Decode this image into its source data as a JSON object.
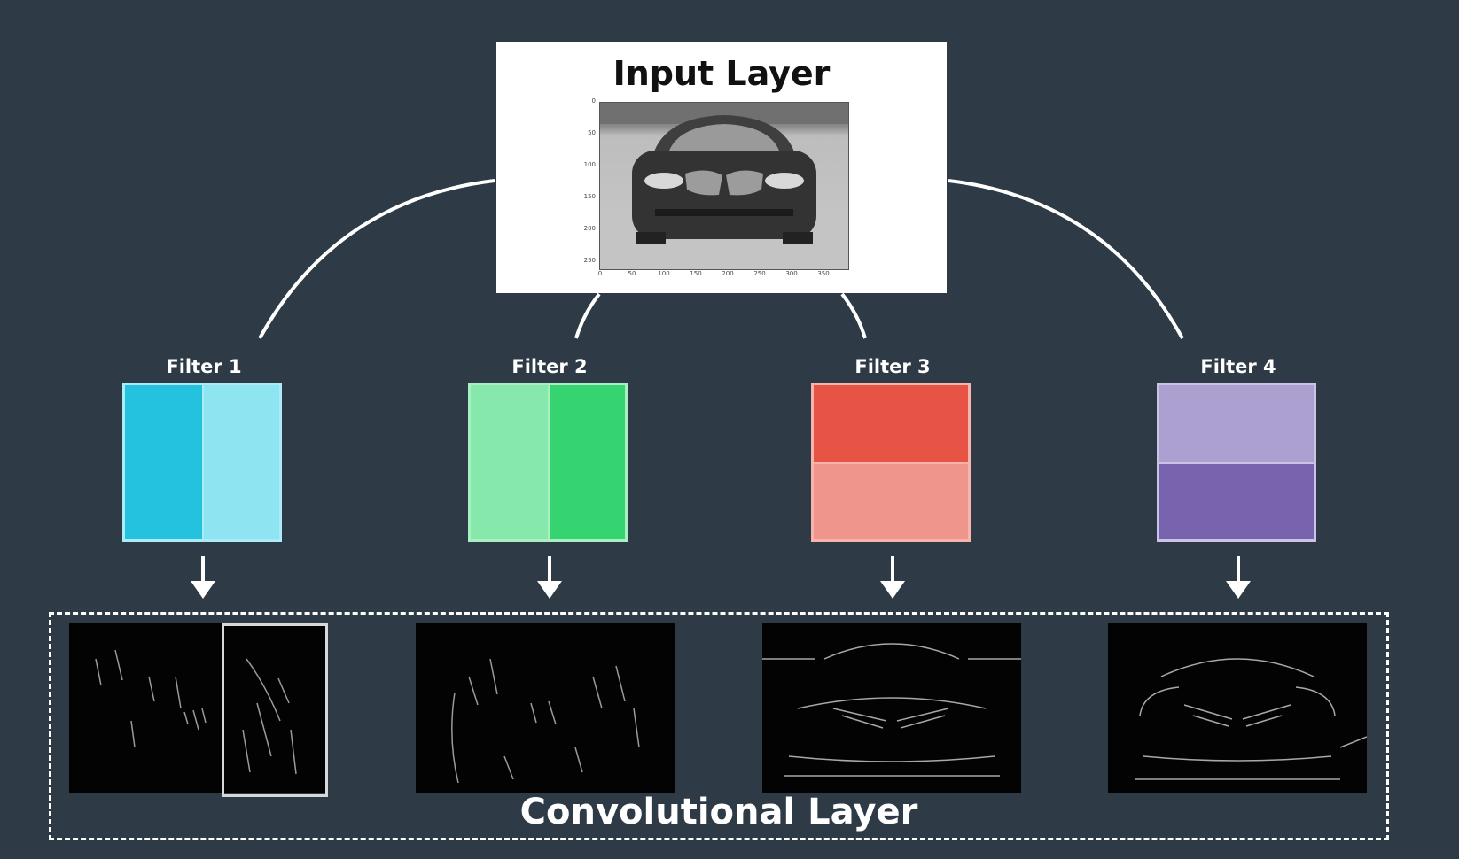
{
  "input_layer": {
    "title": "Input Layer",
    "y_ticks": [
      "0",
      "50",
      "100",
      "150",
      "200",
      "250"
    ],
    "x_ticks": [
      "0",
      "50",
      "100",
      "150",
      "200",
      "250",
      "300",
      "350"
    ]
  },
  "filters": [
    {
      "label": "Filter 1",
      "split": "vertical",
      "colors": [
        "#25c2e0",
        "#8ee4f1"
      ],
      "border": "#a9ecf7"
    },
    {
      "label": "Filter 2",
      "split": "vertical",
      "colors": [
        "#86e9ab",
        "#35d470"
      ],
      "border": "#a8f0c2"
    },
    {
      "label": "Filter 3",
      "split": "horizontal",
      "colors": [
        "#e75345",
        "#f0958b"
      ],
      "border": "#f6b4ad"
    },
    {
      "label": "Filter 4",
      "split": "horizontal",
      "colors": [
        "#aba0d0",
        "#7763ae"
      ],
      "border": "#cbc3e6"
    }
  ],
  "conv_layer": {
    "title": "Convolutional Layer"
  },
  "colors": {
    "background": "#2e3a45",
    "connector": "#ffffff"
  }
}
